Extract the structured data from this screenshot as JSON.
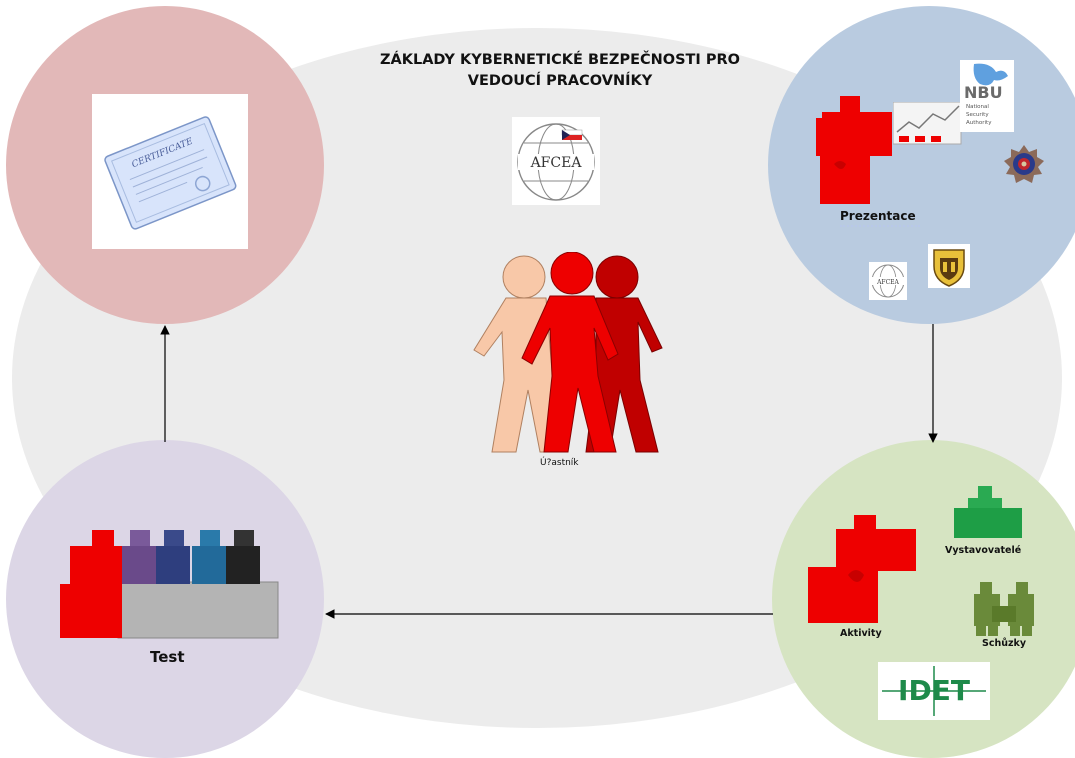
{
  "title": {
    "line1": "ZÁKLADY KYBERNETICKÉ BEZPEČNOSTI PRO",
    "line2": "VEDOUCÍ PRACOVNÍKY"
  },
  "center": {
    "participant_label": "Ú?astník"
  },
  "certificate": {
    "text": "CERTIFICATE"
  },
  "presentation": {
    "label": "Prezentace",
    "nbu_logo": {
      "big": "NBU",
      "line1": "National",
      "line2": "Security",
      "line3": "Authority"
    },
    "afcea_small": "AFCEA"
  },
  "afcea_logo": {
    "text": "AFCEA"
  },
  "activities": {
    "aktivity_label": "Aktivity",
    "vystavovatele_label": "Vystavovatelé",
    "schuzky_label": "Schůzky",
    "idet_logo": "IDET"
  },
  "test": {
    "label": "Test"
  },
  "colors": {
    "background_ellipse": "#ececec",
    "certificate_circle": "#e2b8b8",
    "presentation_circle": "#b9cbe0",
    "activities_circle": "#d6e4c2",
    "test_circle": "#dcd6e6",
    "red": "#ee0000",
    "dark_red": "#c00000",
    "peach": "#f8c8a8"
  }
}
